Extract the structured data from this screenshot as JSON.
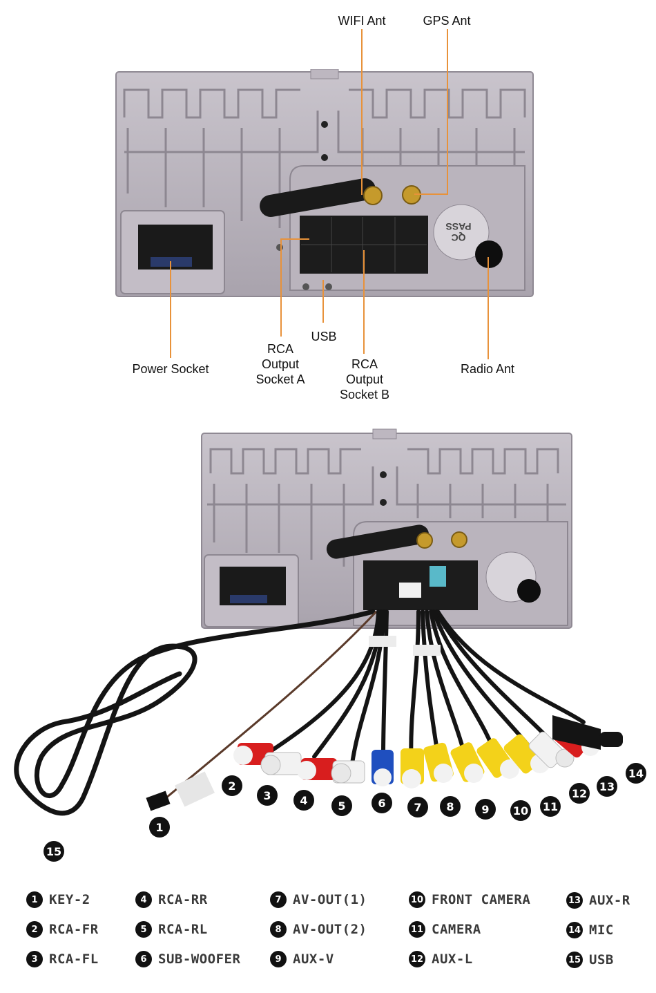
{
  "top_labels": {
    "wifi_ant": "WIFI Ant",
    "gps_ant": "GPS Ant",
    "power_socket": "Power Socket",
    "rca_a_1": "RCA",
    "rca_a_2": "Output",
    "rca_a_3": "Socket A",
    "usb": "USB",
    "rca_b_1": "RCA",
    "rca_b_2": "Output",
    "rca_b_3": "Socket B",
    "radio_ant": "Radio Ant"
  },
  "unit_marks": {
    "qc": "QC",
    "pass": "PASS"
  },
  "badges": [
    "1",
    "2",
    "3",
    "4",
    "5",
    "6",
    "7",
    "8",
    "9",
    "10",
    "11",
    "12",
    "13",
    "14",
    "15"
  ],
  "legend": [
    {
      "num": "1",
      "text": "KEY-2"
    },
    {
      "num": "2",
      "text": "RCA-FR"
    },
    {
      "num": "3",
      "text": "RCA-FL"
    },
    {
      "num": "4",
      "text": "RCA-RR"
    },
    {
      "num": "5",
      "text": "RCA-RL"
    },
    {
      "num": "6",
      "text": "SUB-WOOFER"
    },
    {
      "num": "7",
      "text": "AV-OUT(1)"
    },
    {
      "num": "8",
      "text": "AV-OUT(2)"
    },
    {
      "num": "9",
      "text": "AUX-V"
    },
    {
      "num": "10",
      "text": "FRONT CAMERA"
    },
    {
      "num": "11",
      "text": "CAMERA"
    },
    {
      "num": "12",
      "text": "AUX-L"
    },
    {
      "num": "13",
      "text": "AUX-R"
    },
    {
      "num": "14",
      "text": "MIC"
    },
    {
      "num": "15",
      "text": "USB"
    }
  ],
  "colors": {
    "callout": "#e8923a",
    "chassis": "#b9b3bd",
    "rca_red": "#d81e1e",
    "rca_white": "#f2f2f2",
    "rca_yellow": "#f3d21a",
    "rca_blue": "#1f4fbf"
  }
}
